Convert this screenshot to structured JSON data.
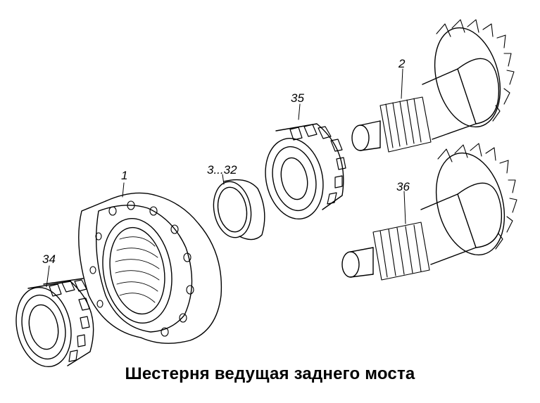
{
  "caption": "Шестерня ведущая заднего моста",
  "callouts": {
    "hub": "1",
    "gear_top": "2",
    "spacers": "3...32",
    "outer_bearing": "34",
    "inner_bearing": "35",
    "gear_bottom": "36"
  },
  "colors": {
    "ink": "#000000",
    "paper": "#ffffff"
  }
}
